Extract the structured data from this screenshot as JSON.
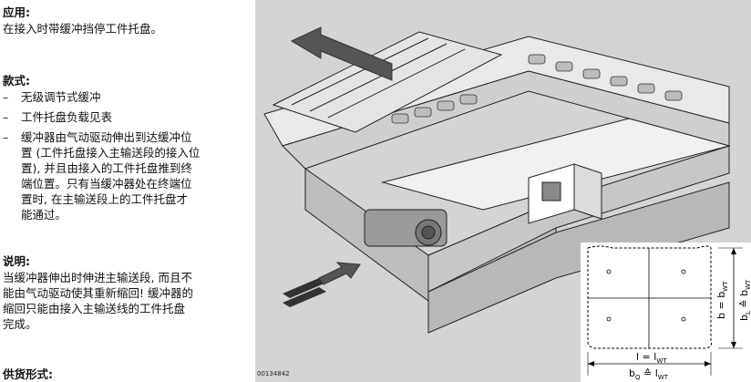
{
  "text": {
    "heading_application": "应用:",
    "application_desc": "在接入时带缓冲挡停工件托盘。",
    "heading_design": "款式:",
    "design_items": [
      "无级调节式缓冲",
      "工件托盘负载见表",
      "缓冲器由气动驱动伸出到达缓冲位置 (工件托盘接入主输送段的接入位置), 并且由接入的工件托盘推到终端位置。只有当缓冲器处在终端位置时, 在主输送段上的工件托盘才能通过。"
    ],
    "heading_note": "说明:",
    "note_desc": "当缓冲器伸出时伸进主输送段, 而且不能由气动驱动使其重新缩回! 缓冲器的缩回只能由接入主输送线的工件托盘完成。",
    "heading_delivery": "供货形式:"
  },
  "design_bullet_lines": [
    [
      "无级调节式缓冲"
    ],
    [
      "工件托盘负载见表"
    ],
    [
      "缓冲器由气动驱动伸出到达缓冲位",
      "置 (工件托盘接入主输送段的接入位",
      "置), 并且由接入的工件托盘推到终",
      "端位置。只有当缓冲器处在终端位",
      "置时, 在主输送段上的工件托盘才",
      "能通过。"
    ]
  ],
  "note_lines": [
    "当缓冲器伸出时伸进主输送段, 而且不",
    "能由气动驱动使其重新缩回! 缓冲器的",
    "缩回只能由接入主输送线的工件托盘",
    "完成。"
  ],
  "figure": {
    "drawing_code": "00134842",
    "dim_b_eq": "b = b",
    "dim_b_sub": "WT",
    "dim_bl": "b",
    "dim_bl_sub1": "L",
    "dim_bl_mid": " ≙ b",
    "dim_bl_sub2": "WT",
    "dim_l": "l = l",
    "dim_l_sub": "WT",
    "dim_bq": "b",
    "dim_bq_sub1": "Q",
    "dim_bq_mid": " ≙ l",
    "dim_bq_sub2": "WT"
  }
}
